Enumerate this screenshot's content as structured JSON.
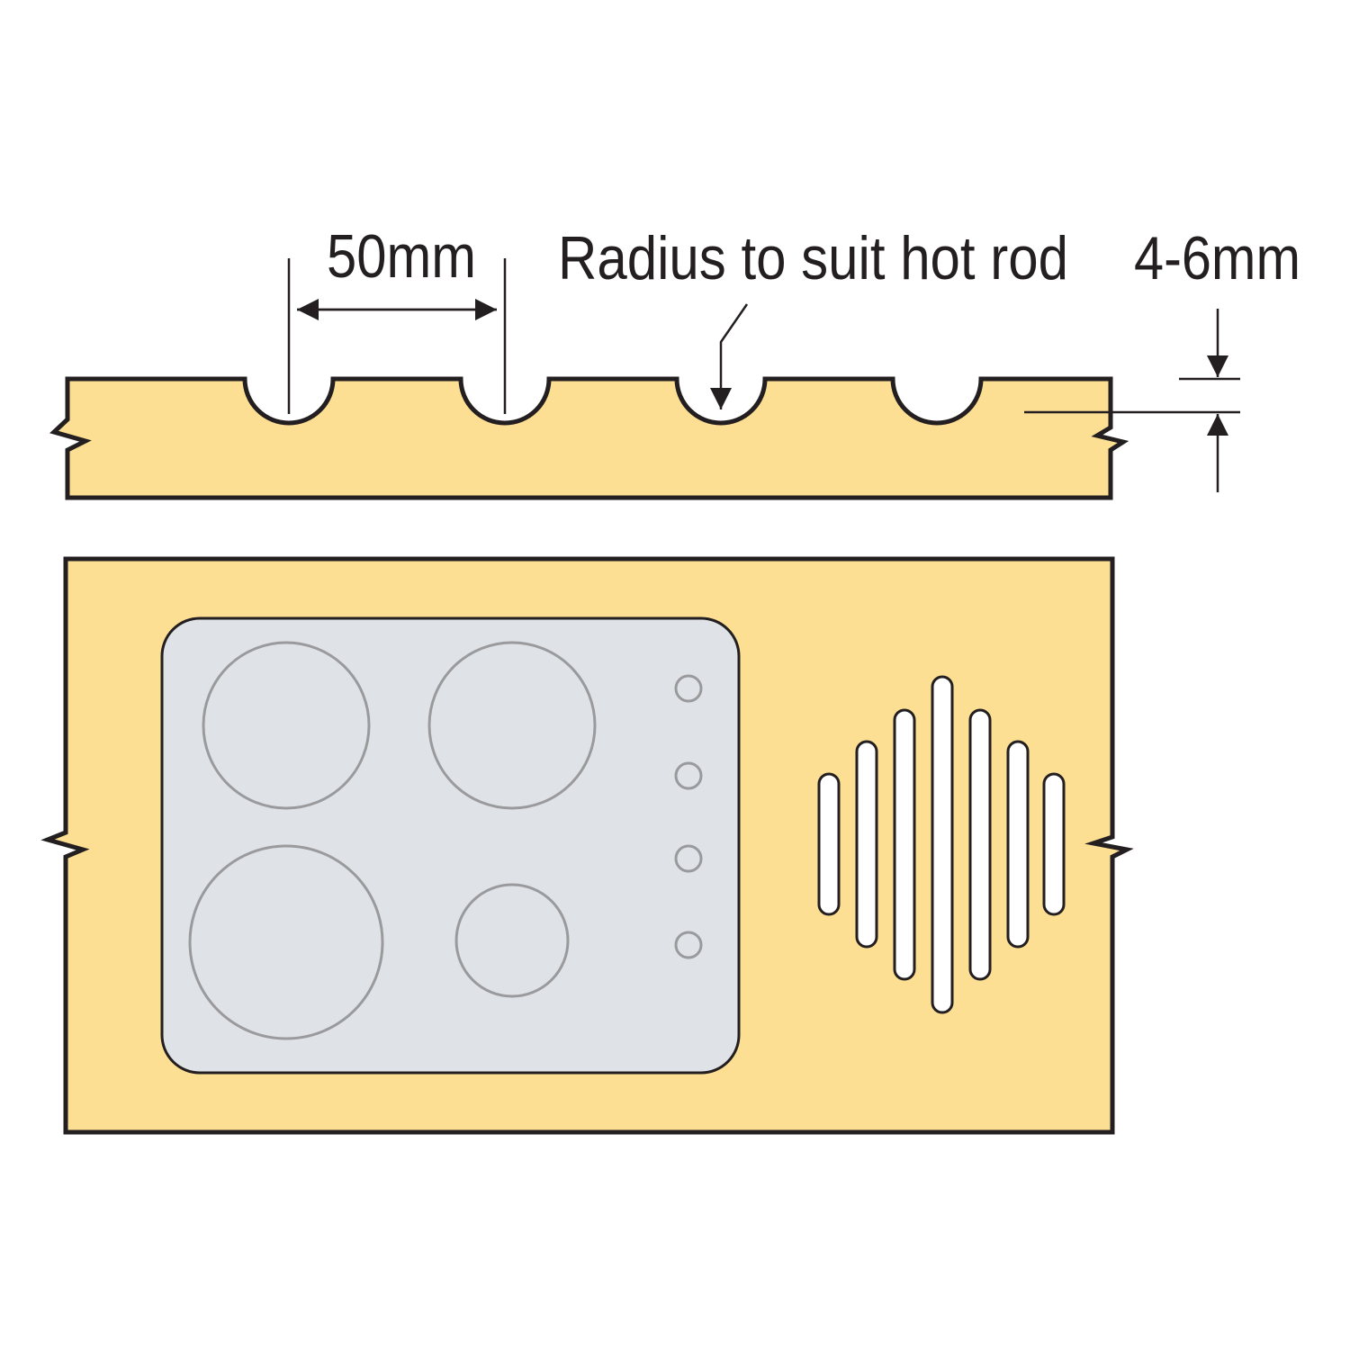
{
  "labels": {
    "spacing": "50mm",
    "radius_note": "Radius to suit hot rod",
    "depth": "4-6mm"
  },
  "colors": {
    "wood": "#fddf93",
    "cooktop": "#dfe3e8",
    "outline": "#231f20",
    "burner": "#9a9a9c"
  }
}
